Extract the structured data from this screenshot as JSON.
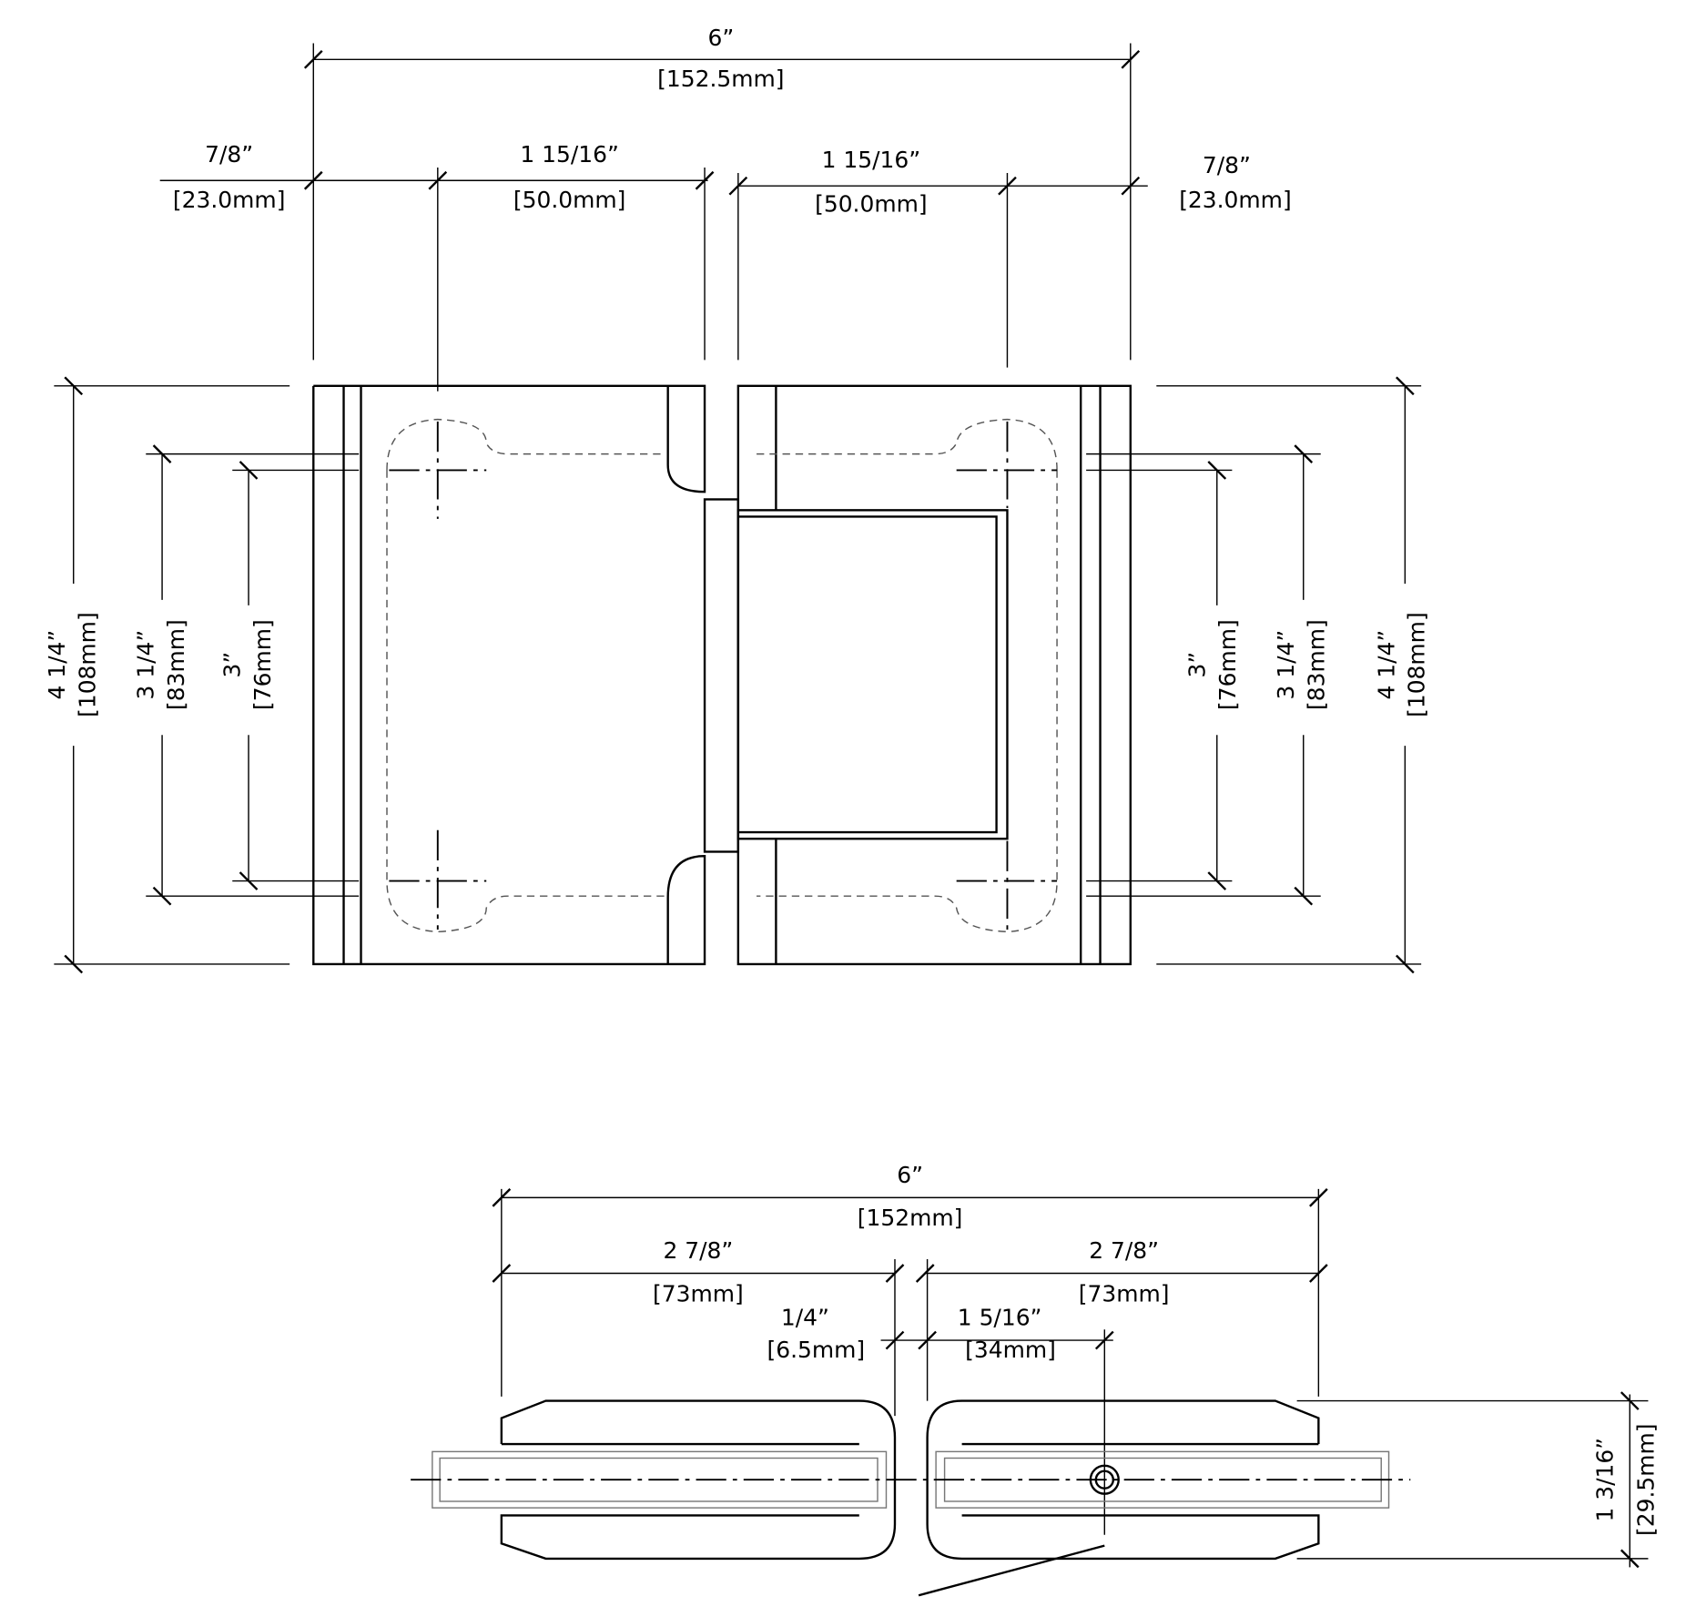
{
  "top_view": {
    "overall": {
      "in": "6”",
      "mm": "[152.5mm]"
    },
    "left_edge": {
      "in": "7/8”",
      "mm": "[23.0mm]"
    },
    "left_hole": {
      "in": "1  15/16”",
      "mm": "[50.0mm]"
    },
    "right_hole": {
      "in": "1  15/16”",
      "mm": "[50.0mm]"
    },
    "right_edge": {
      "in": "7/8”",
      "mm": "[23.0mm]"
    },
    "height_left": {
      "in": "4  1/4”",
      "mm": "[108mm]"
    },
    "outer_holes_left": {
      "in": "3  1/4”",
      "mm": "[83mm]"
    },
    "inner_holes_left": {
      "in": "3”",
      "mm": "[76mm]"
    },
    "inner_holes_right": {
      "in": "3”",
      "mm": "[76mm]"
    },
    "outer_holes_right": {
      "in": "3  1/4”",
      "mm": "[83mm]"
    },
    "height_right": {
      "in": "4  1/4”",
      "mm": "[108mm]"
    }
  },
  "side_view": {
    "overall": {
      "in": "6”",
      "mm": "[152mm]"
    },
    "left_leaf": {
      "in": "2  7/8”",
      "mm": "[73mm]"
    },
    "right_leaf": {
      "in": "2  7/8”",
      "mm": "[73mm]"
    },
    "gap": {
      "in": "1/4”",
      "mm": "[6.5mm]"
    },
    "pivot_offset": {
      "in": "1  5/16”",
      "mm": "[34mm]"
    },
    "thickness": {
      "in": "1  3/16”",
      "mm": "[29.5mm]"
    }
  }
}
